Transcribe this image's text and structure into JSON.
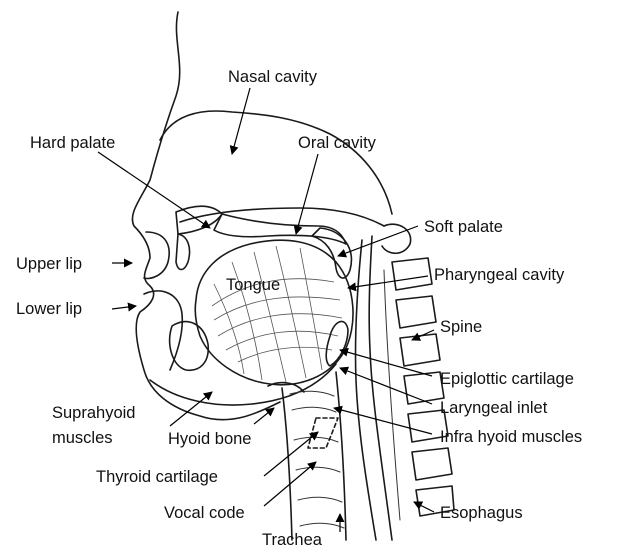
{
  "labels": {
    "nasal_cavity": "Nasal cavity",
    "hard_palate": "Hard palate",
    "oral_cavity": "Oral cavity",
    "soft_palate": "Soft palate",
    "upper_lip": "Upper lip",
    "tongue": "Tongue",
    "pharyngeal_cavity": "Pharyngeal cavity",
    "lower_lip": "Lower lip",
    "spine": "Spine",
    "epiglottic_cartilage": "Epiglottic cartilage",
    "laryngeal_inlet": "Laryngeal inlet",
    "suprahyoid_line1": "Suprahyoid",
    "suprahyoid_line2": "muscles",
    "infra_hyoid_muscles": "Infra hyoid muscles",
    "hyoid_bone": "Hyoid bone",
    "thyroid_cartilage": "Thyroid cartilage",
    "vocal_code": "Vocal code",
    "esophagus": "Esophagus",
    "trachea": "Trachea"
  },
  "colors": {
    "line": "#1a1a1a",
    "tissue_fill": "#c8c8c8",
    "cartilage_fill": "#9a9a9a"
  }
}
